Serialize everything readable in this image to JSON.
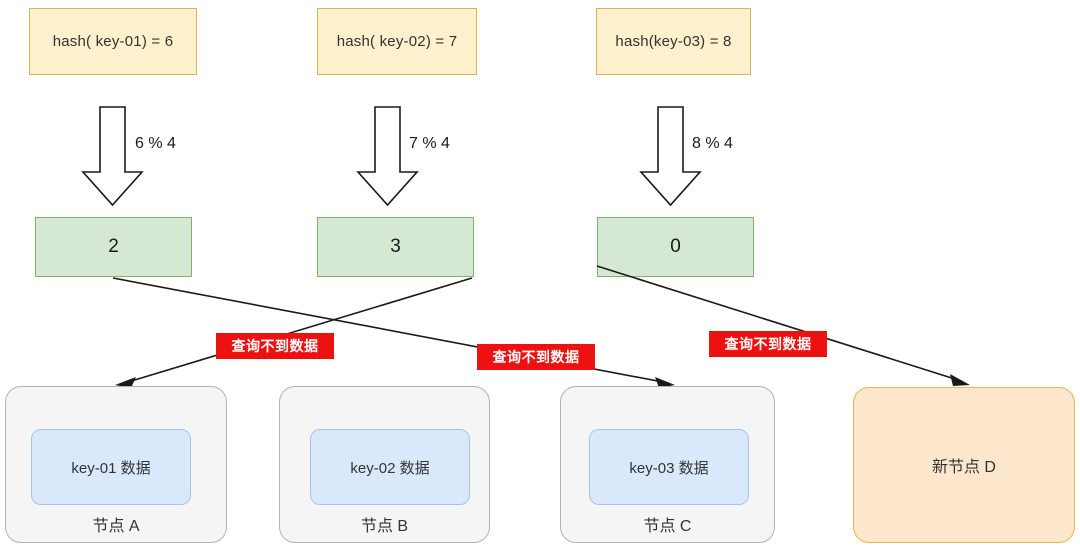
{
  "diagram": {
    "title": "hash-mod-routing-with-new-node",
    "colors": {
      "hash_box_fill": "#fdf0cd",
      "hash_box_border": "#d6b656",
      "index_box_fill": "#d5e8d4",
      "index_box_border": "#82b366",
      "node_fill": "#f5f5f5",
      "node_border": "#b3b3b3",
      "data_box_fill": "#dae8fc",
      "data_box_border": "#a7c3ea",
      "new_node_fill": "#fce7cd",
      "new_node_border": "#e8b64c",
      "badge_fill": "#ee1111",
      "badge_text": "#ffffff",
      "line": "#1a1a1a"
    },
    "hash_boxes": [
      {
        "text": "hash( key-01) = 6"
      },
      {
        "text": "hash( key-02) = 7"
      },
      {
        "text": "hash(key-03) = 8"
      }
    ],
    "mod_labels": [
      {
        "text": "6 % 4"
      },
      {
        "text": "7 % 4"
      },
      {
        "text": "8 % 4"
      }
    ],
    "index_boxes": [
      {
        "value": "2"
      },
      {
        "value": "3"
      },
      {
        "value": "0"
      }
    ],
    "badges": [
      {
        "text": "查询不到数据"
      },
      {
        "text": "查询不到数据"
      },
      {
        "text": "查询不到数据"
      }
    ],
    "nodes": [
      {
        "label": "节点 A",
        "data": "key-01 数据",
        "kind": "existing"
      },
      {
        "label": "节点 B",
        "data": "key-02 数据",
        "kind": "existing"
      },
      {
        "label": "节点 C",
        "data": "key-03 数据",
        "kind": "existing"
      },
      {
        "label": "新节点 D",
        "data": "",
        "kind": "new"
      }
    ]
  }
}
